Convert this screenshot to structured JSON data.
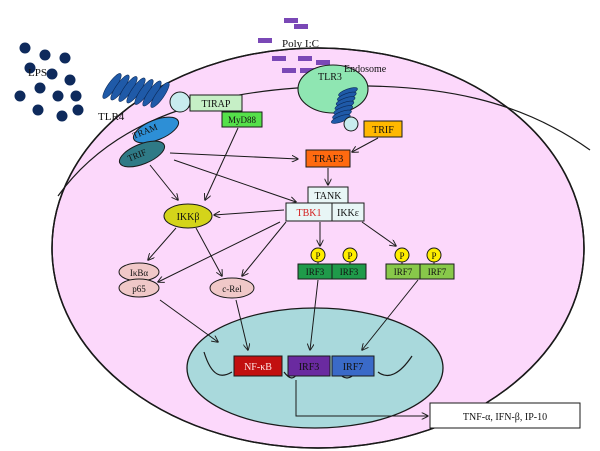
{
  "labels": {
    "lps": "LPS",
    "tlr4": "TLR4",
    "poly_ic": "Poly I:C",
    "endosome": "Endosome",
    "tlr3": "TLR3",
    "tirap": "TIRAP",
    "myd88": "MyD88",
    "tram": "TRAM",
    "trif_membrane": "TRIF",
    "trif_endosome": "TRIF",
    "traf3": "TRAF3",
    "tank": "TANK",
    "tbk1": "TBK1",
    "ikke": "IKKε",
    "ikkb": "IKKβ",
    "ikba": "IκBα",
    "p65": "p65",
    "crel": "c-Rel",
    "irf3_a": "IRF3",
    "irf3_b": "IRF3",
    "irf7_a": "IRF7",
    "irf7_b": "IRF7",
    "phospho": "P",
    "nfkb": "NF-κB",
    "nuc_irf3": "IRF3",
    "nuc_irf7": "IRF7",
    "output": "TNF-α, IFN-β, IP-10"
  },
  "colors": {
    "cell": "#fcd8fb",
    "cell_outline": "#1a1a1a",
    "membrane_top": "#c8e8ea",
    "nucleus": "#a9d9dc",
    "lps_dot": "#0e2a5c",
    "tlr_coil": "#1f5aa8",
    "poly_ic": "#7a48b6",
    "endosome": "#8fe6b2",
    "tirap": "#c6efc6",
    "myd88": "#55e04a",
    "tram": "#2d8fd6",
    "trif_mem": "#2f7a86",
    "trif_endo": "#ffb800",
    "traf3": "#ff6a10",
    "tank_box": "#e8f6f6",
    "tbk1_text": "#d42020",
    "ikkb": "#d4d41a",
    "ikba": "#f0c8c8",
    "irf3": "#1f9a4a",
    "irf7": "#88c84a",
    "phospho": "#ffee00",
    "nfkb": "#c21010",
    "nuc_irf3": "#6a2aa0",
    "nuc_irf7": "#3a6ac8"
  }
}
